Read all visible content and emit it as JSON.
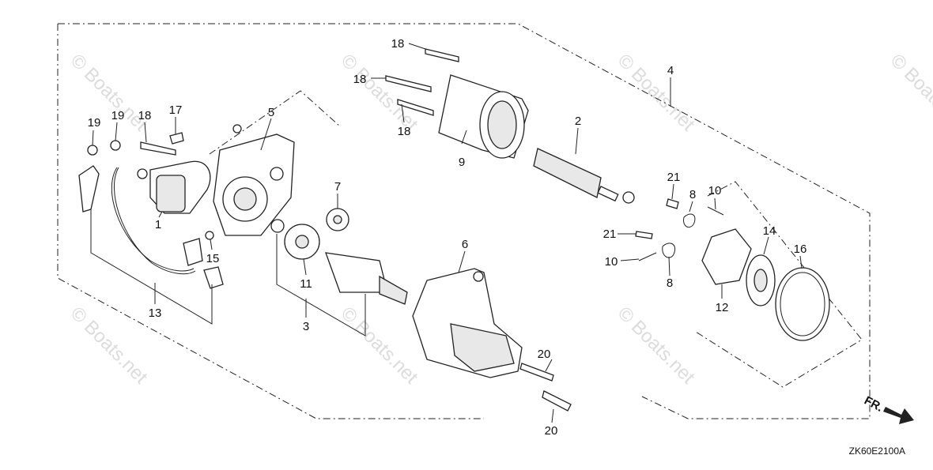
{
  "diagram": {
    "callouts": [
      {
        "id": "c1",
        "text": "1"
      },
      {
        "id": "c2",
        "text": "2"
      },
      {
        "id": "c3",
        "text": "3"
      },
      {
        "id": "c4",
        "text": "4"
      },
      {
        "id": "c5",
        "text": "5"
      },
      {
        "id": "c6",
        "text": "6"
      },
      {
        "id": "c7",
        "text": "7"
      },
      {
        "id": "c8a",
        "text": "8"
      },
      {
        "id": "c8b",
        "text": "8"
      },
      {
        "id": "c9",
        "text": "9"
      },
      {
        "id": "c10a",
        "text": "10"
      },
      {
        "id": "c10b",
        "text": "10"
      },
      {
        "id": "c11",
        "text": "11"
      },
      {
        "id": "c12",
        "text": "12"
      },
      {
        "id": "c13",
        "text": "13"
      },
      {
        "id": "c14",
        "text": "14"
      },
      {
        "id": "c15",
        "text": "15"
      },
      {
        "id": "c16",
        "text": "16"
      },
      {
        "id": "c17",
        "text": "17"
      },
      {
        "id": "c18a",
        "text": "18"
      },
      {
        "id": "c18b",
        "text": "18"
      },
      {
        "id": "c18c",
        "text": "18"
      },
      {
        "id": "c18d",
        "text": "18"
      },
      {
        "id": "c19a",
        "text": "19"
      },
      {
        "id": "c19b",
        "text": "19"
      },
      {
        "id": "c20a",
        "text": "20"
      },
      {
        "id": "c20b",
        "text": "20"
      },
      {
        "id": "c21a",
        "text": "21"
      },
      {
        "id": "c21b",
        "text": "21"
      }
    ],
    "watermark": "© Boats.net",
    "front_label": "FR.",
    "diagram_code": "ZK60E2100A"
  }
}
